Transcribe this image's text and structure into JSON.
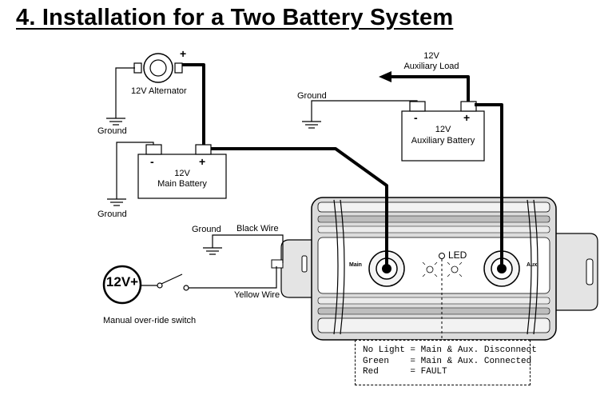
{
  "title": "4.   Installation for a Two Battery System",
  "alternator": {
    "label": "12V Alternator",
    "plus": "+"
  },
  "main_battery": {
    "voltage": "12V",
    "name": "Main Battery",
    "minus": "-",
    "plus": "+"
  },
  "aux_battery": {
    "voltage": "12V",
    "name": "Auxiliary Battery",
    "minus": "-",
    "plus": "+"
  },
  "aux_load": {
    "voltage": "12V",
    "name": "Auxiliary Load"
  },
  "grounds": {
    "alternator": "Ground",
    "main_battery": "Ground",
    "aux_battery": "Ground",
    "black_wire": "Ground"
  },
  "wires": {
    "black": "Black Wire",
    "yellow": "Yellow Wire"
  },
  "switch": {
    "source": "12V+",
    "caption": "Manual over-ride switch"
  },
  "device": {
    "main_terminal": "Main",
    "aux_terminal": "Aux",
    "led": "LED"
  },
  "legend": [
    {
      "key": "No Light",
      "sep": " = ",
      "value": "Main & Aux. Disconnect"
    },
    {
      "key": "Green   ",
      "sep": " = ",
      "value": "Main & Aux. Connected"
    },
    {
      "key": "Red     ",
      "sep": " = ",
      "value": "FAULT"
    }
  ]
}
